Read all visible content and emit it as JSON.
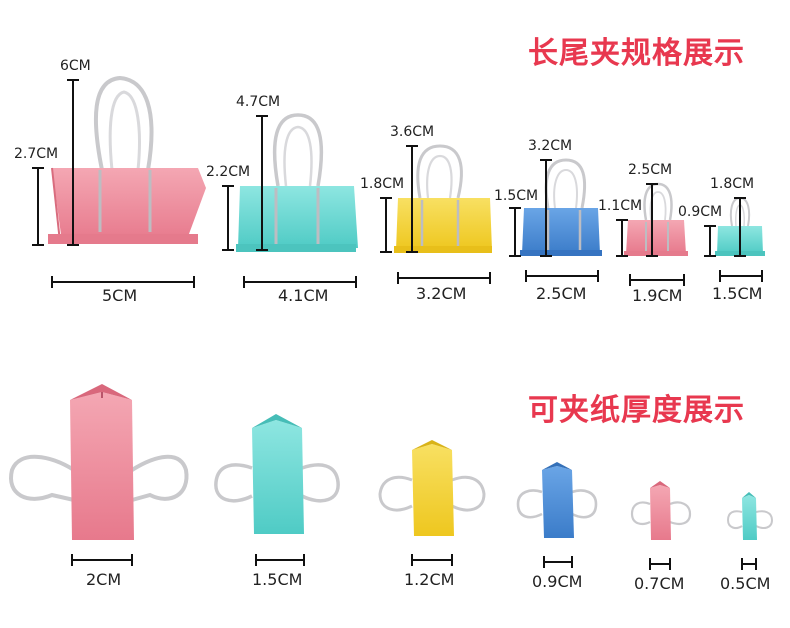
{
  "titles": {
    "size_title": "长尾夹规格展示",
    "thickness_title": "可夹纸厚度展示"
  },
  "colors": {
    "title": "#e8384f",
    "pink": "#ee8a9a",
    "cyan": "#6fd8d3",
    "yellow": "#f3d43a",
    "blue": "#4f8fd8",
    "wire": "#c9c9cc"
  },
  "size_clips": [
    {
      "color": "pink",
      "total_height": "6CM",
      "body_height": "2.7CM",
      "width": "5CM"
    },
    {
      "color": "cyan",
      "total_height": "4.7CM",
      "body_height": "2.2CM",
      "width": "4.1CM"
    },
    {
      "color": "yellow",
      "total_height": "3.6CM",
      "body_height": "1.8CM",
      "width": "3.2CM"
    },
    {
      "color": "blue",
      "total_height": "3.2CM",
      "body_height": "1.5CM",
      "width": "2.5CM"
    },
    {
      "color": "pink",
      "total_height": "2.5CM",
      "body_height": "1.1CM",
      "width": "1.9CM"
    },
    {
      "color": "cyan",
      "total_height": "1.8CM",
      "body_height": "0.9CM",
      "width": "1.5CM"
    }
  ],
  "thickness_clips": [
    {
      "color": "pink",
      "thickness": "2CM"
    },
    {
      "color": "cyan",
      "thickness": "1.5CM"
    },
    {
      "color": "yellow",
      "thickness": "1.2CM"
    },
    {
      "color": "blue",
      "thickness": "0.9CM"
    },
    {
      "color": "pink",
      "thickness": "0.7CM"
    },
    {
      "color": "cyan",
      "thickness": "0.5CM"
    }
  ]
}
